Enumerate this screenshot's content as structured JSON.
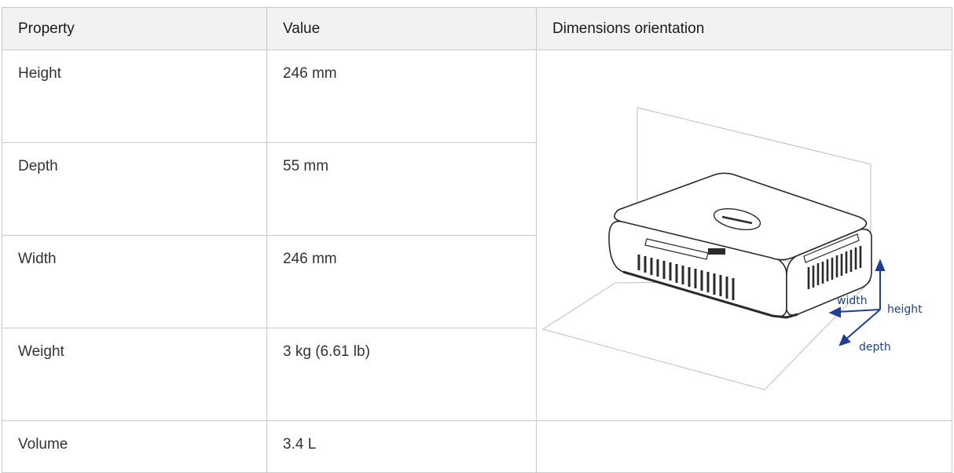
{
  "headers": {
    "property": "Property",
    "value": "Value",
    "orientation": "Dimensions orientation"
  },
  "rows": [
    {
      "property": "Height",
      "value": "246 mm"
    },
    {
      "property": "Depth",
      "value": "55 mm"
    },
    {
      "property": "Width",
      "value": "246 mm"
    },
    {
      "property": "Weight",
      "value": "3 kg (6.61 lb)"
    },
    {
      "property": "Volume",
      "value": "3.4 L"
    }
  ],
  "figure": {
    "labels": {
      "width": "width",
      "height": "height",
      "depth": "depth"
    },
    "arrow_color": "#1e3f8f"
  }
}
